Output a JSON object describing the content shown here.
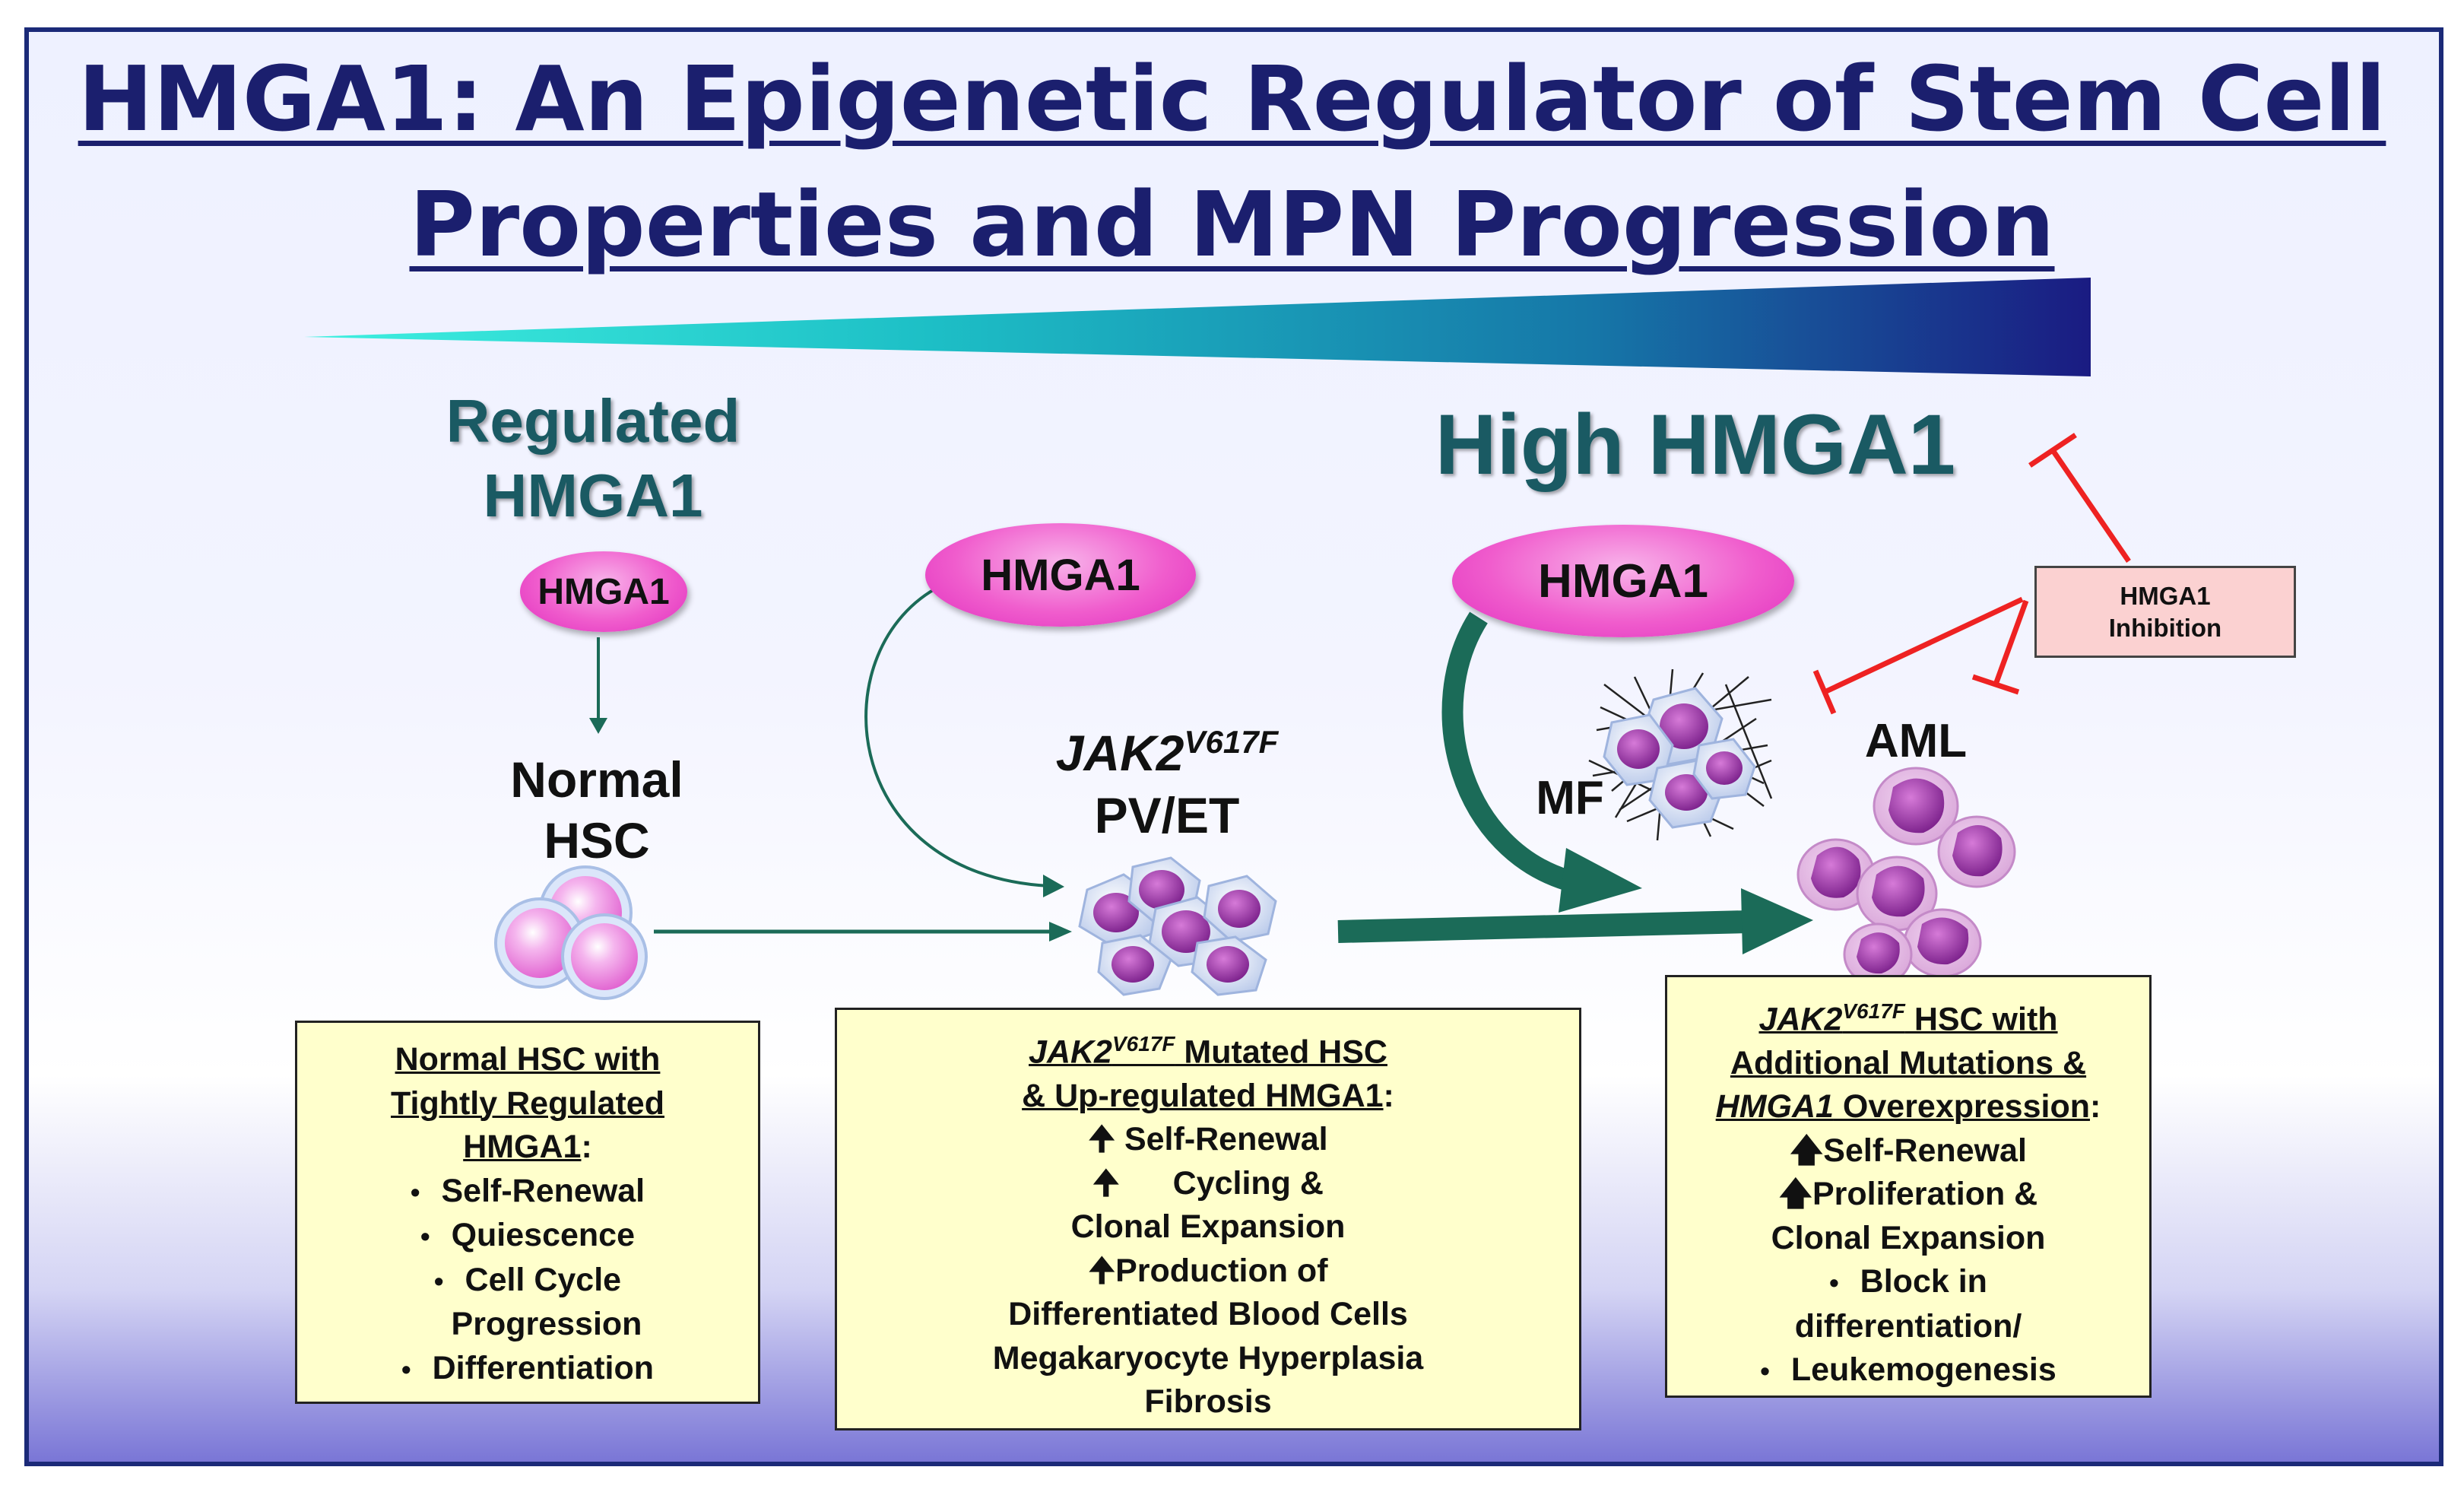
{
  "title": {
    "line1": "HMGA1:  An Epigenetic Regulator of Stem Cell",
    "line2": "Properties and MPN Progression"
  },
  "labels": {
    "regulated_line1": "Regulated",
    "regulated_line2": "HMGA1",
    "high_hmga1": "High HMGA1",
    "normal_line1": "Normal",
    "normal_line2": "HSC",
    "jak2_gene": "JAK2",
    "jak2_sup": "V617F",
    "pv_et": "PV/ET",
    "mf": "MF",
    "aml": "AML"
  },
  "pills": {
    "regulated": "HMGA1",
    "middle": "HMGA1",
    "high": "HMGA1"
  },
  "inhibition": {
    "line1": "HMGA1",
    "line2": "Inhibition"
  },
  "box_normal": {
    "heading_line1": "Normal HSC with",
    "heading_line2": "Tightly Regulated",
    "heading_line3": "HMGA1",
    "heading_colon": ":",
    "bullets": [
      "Self-Renewal",
      "Quiescence",
      "Cell Cycle",
      "Differentiation"
    ],
    "bullet3_cont": "Progression"
  },
  "box_pv": {
    "gene": "JAK2",
    "sup": "V617F",
    "heading_line1_rest": " Mutated HSC",
    "heading_line2": "& Up-regulated HMGA1",
    "heading_colon": ":",
    "line_selfrenewal": "Self-Renewal",
    "line_cycling": "Cycling &",
    "line_clonal": "Clonal Expansion",
    "line_production": "Production of",
    "line_differentiated": "Differentiated Blood Cells",
    "line_mega": "Megakaryocyte Hyperplasia",
    "line_fibrosis": "Fibrosis"
  },
  "box_aml": {
    "gene": "JAK2",
    "sup": "V617F",
    "heading_line1_rest": " HSC with",
    "heading_line2": "Additional Mutations &",
    "heading_line3_gene": "HMGA1",
    "heading_line3_rest": " Overexpression",
    "heading_colon": ":",
    "line_selfrenewal": "Self-Renewal",
    "line_proliferation": "Proliferation &",
    "line_clonal": "Clonal Expansion",
    "bullet_block": "Block in",
    "bullet_block_cont": "differentiation/",
    "bullet_leuk": "Leukemogenesis"
  },
  "colors": {
    "title": "#1b1f6e",
    "green_label": "#1a5a63",
    "arrow_green": "#1b6b58",
    "pill_magenta": "#f05dcd",
    "inhibit_red": "#ee2222",
    "box_fill": "#ffffcc",
    "inhibition_fill": "#fbd1d1"
  }
}
